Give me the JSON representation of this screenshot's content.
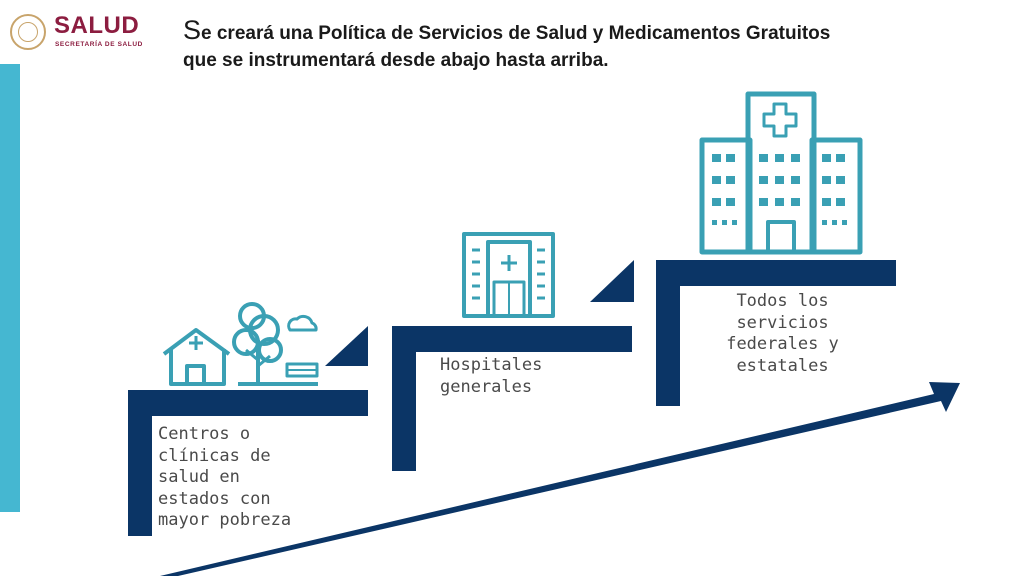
{
  "logo": {
    "name": "SALUD",
    "subtitle": "SECRETARÍA DE SALUD"
  },
  "title": {
    "first_letter": "S",
    "line1_rest": "e creará una Política de Servicios de Salud y Medicamentos Gratuitos",
    "line2": "que se instrumentará desde abajo hasta arriba."
  },
  "steps": [
    {
      "lines": [
        "Centros o",
        "clínicas de",
        "salud en",
        "estados con",
        "mayor pobreza"
      ],
      "icon": "health-center-icon"
    },
    {
      "lines": [
        "Hospitales",
        "generales"
      ],
      "icon": "general-hospital-icon"
    },
    {
      "lines": [
        "Todos los",
        "servicios",
        "federales y",
        "estatales"
      ],
      "icon": "large-hospital-icon"
    }
  ],
  "colors": {
    "navy": "#0b3566",
    "teal": "#3aa0b4",
    "accent_bar": "#45b7d1",
    "brand": "#8c1d40"
  }
}
